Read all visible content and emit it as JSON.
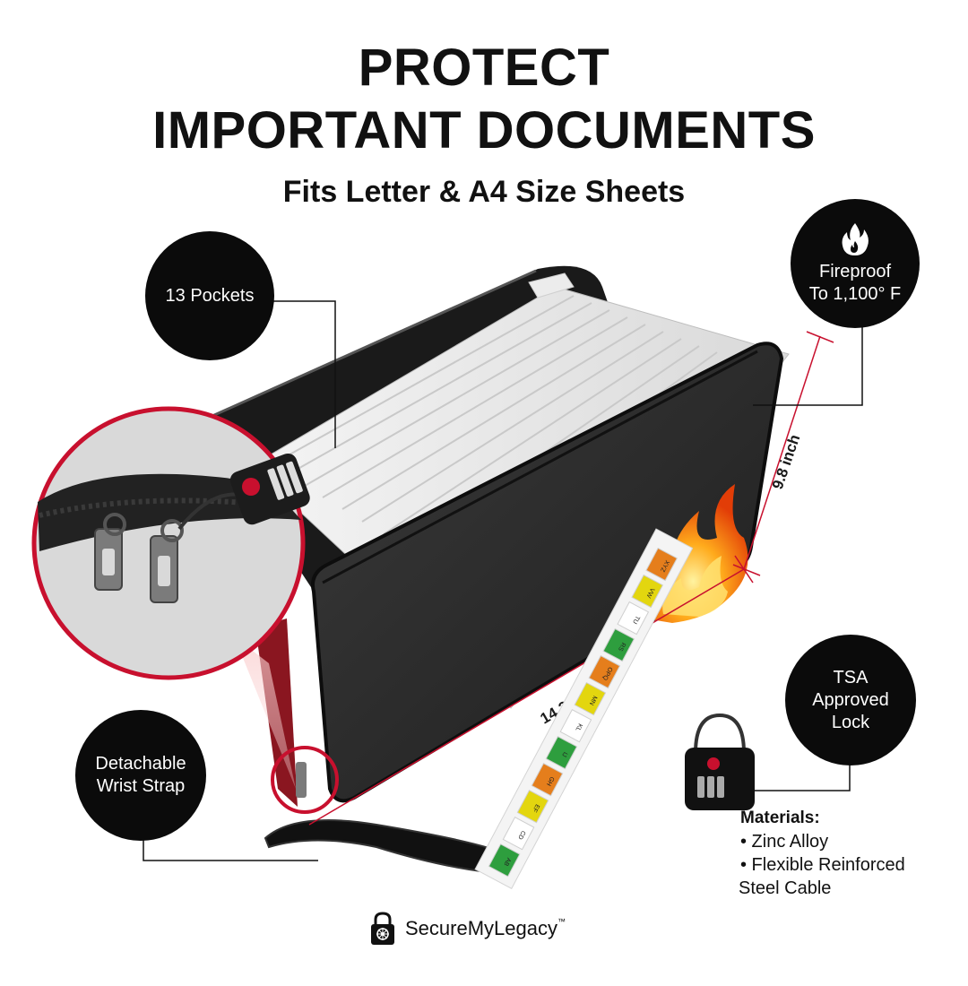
{
  "header": {
    "title_line1": "PROTECT",
    "title_line2": "IMPORTANT DOCUMENTS",
    "subtitle": "Fits Letter & A4 Size Sheets"
  },
  "callouts": {
    "pockets": {
      "line1": "13 Pockets"
    },
    "fireproof": {
      "line1": "Fireproof",
      "line2": "To 1,100° F"
    },
    "tsa": {
      "line1": "TSA",
      "line2": "Approved",
      "line3": "Lock"
    },
    "strap": {
      "line1": "Detachable",
      "line2": "Wrist Strap"
    }
  },
  "dimensions": {
    "height": "9.8 inch",
    "width": "14.3 inch"
  },
  "index_tabs": [
    "XYZ",
    "VW",
    "TU",
    "RS",
    "OPQ",
    "MN",
    "KL",
    "IJ",
    "GH",
    "EF",
    "CD",
    "AB"
  ],
  "materials": {
    "heading": "Materials:",
    "items": [
      "• Zinc Alloy",
      "• Flexible Reinforced",
      "Steel Cable"
    ]
  },
  "brand": {
    "name": "SecureMyLegacy",
    "trademark": "™"
  },
  "icons": {
    "fire": "fire-icon",
    "lock": "padlock-icon",
    "brand_logo": "padlock-flower-logo-icon"
  },
  "colors": {
    "accent_red": "#c8102e",
    "dark": "#0b0b0b",
    "tab_green": "#2e9e3e",
    "tab_yellow": "#e3d60f",
    "tab_orange": "#e57e1c"
  }
}
